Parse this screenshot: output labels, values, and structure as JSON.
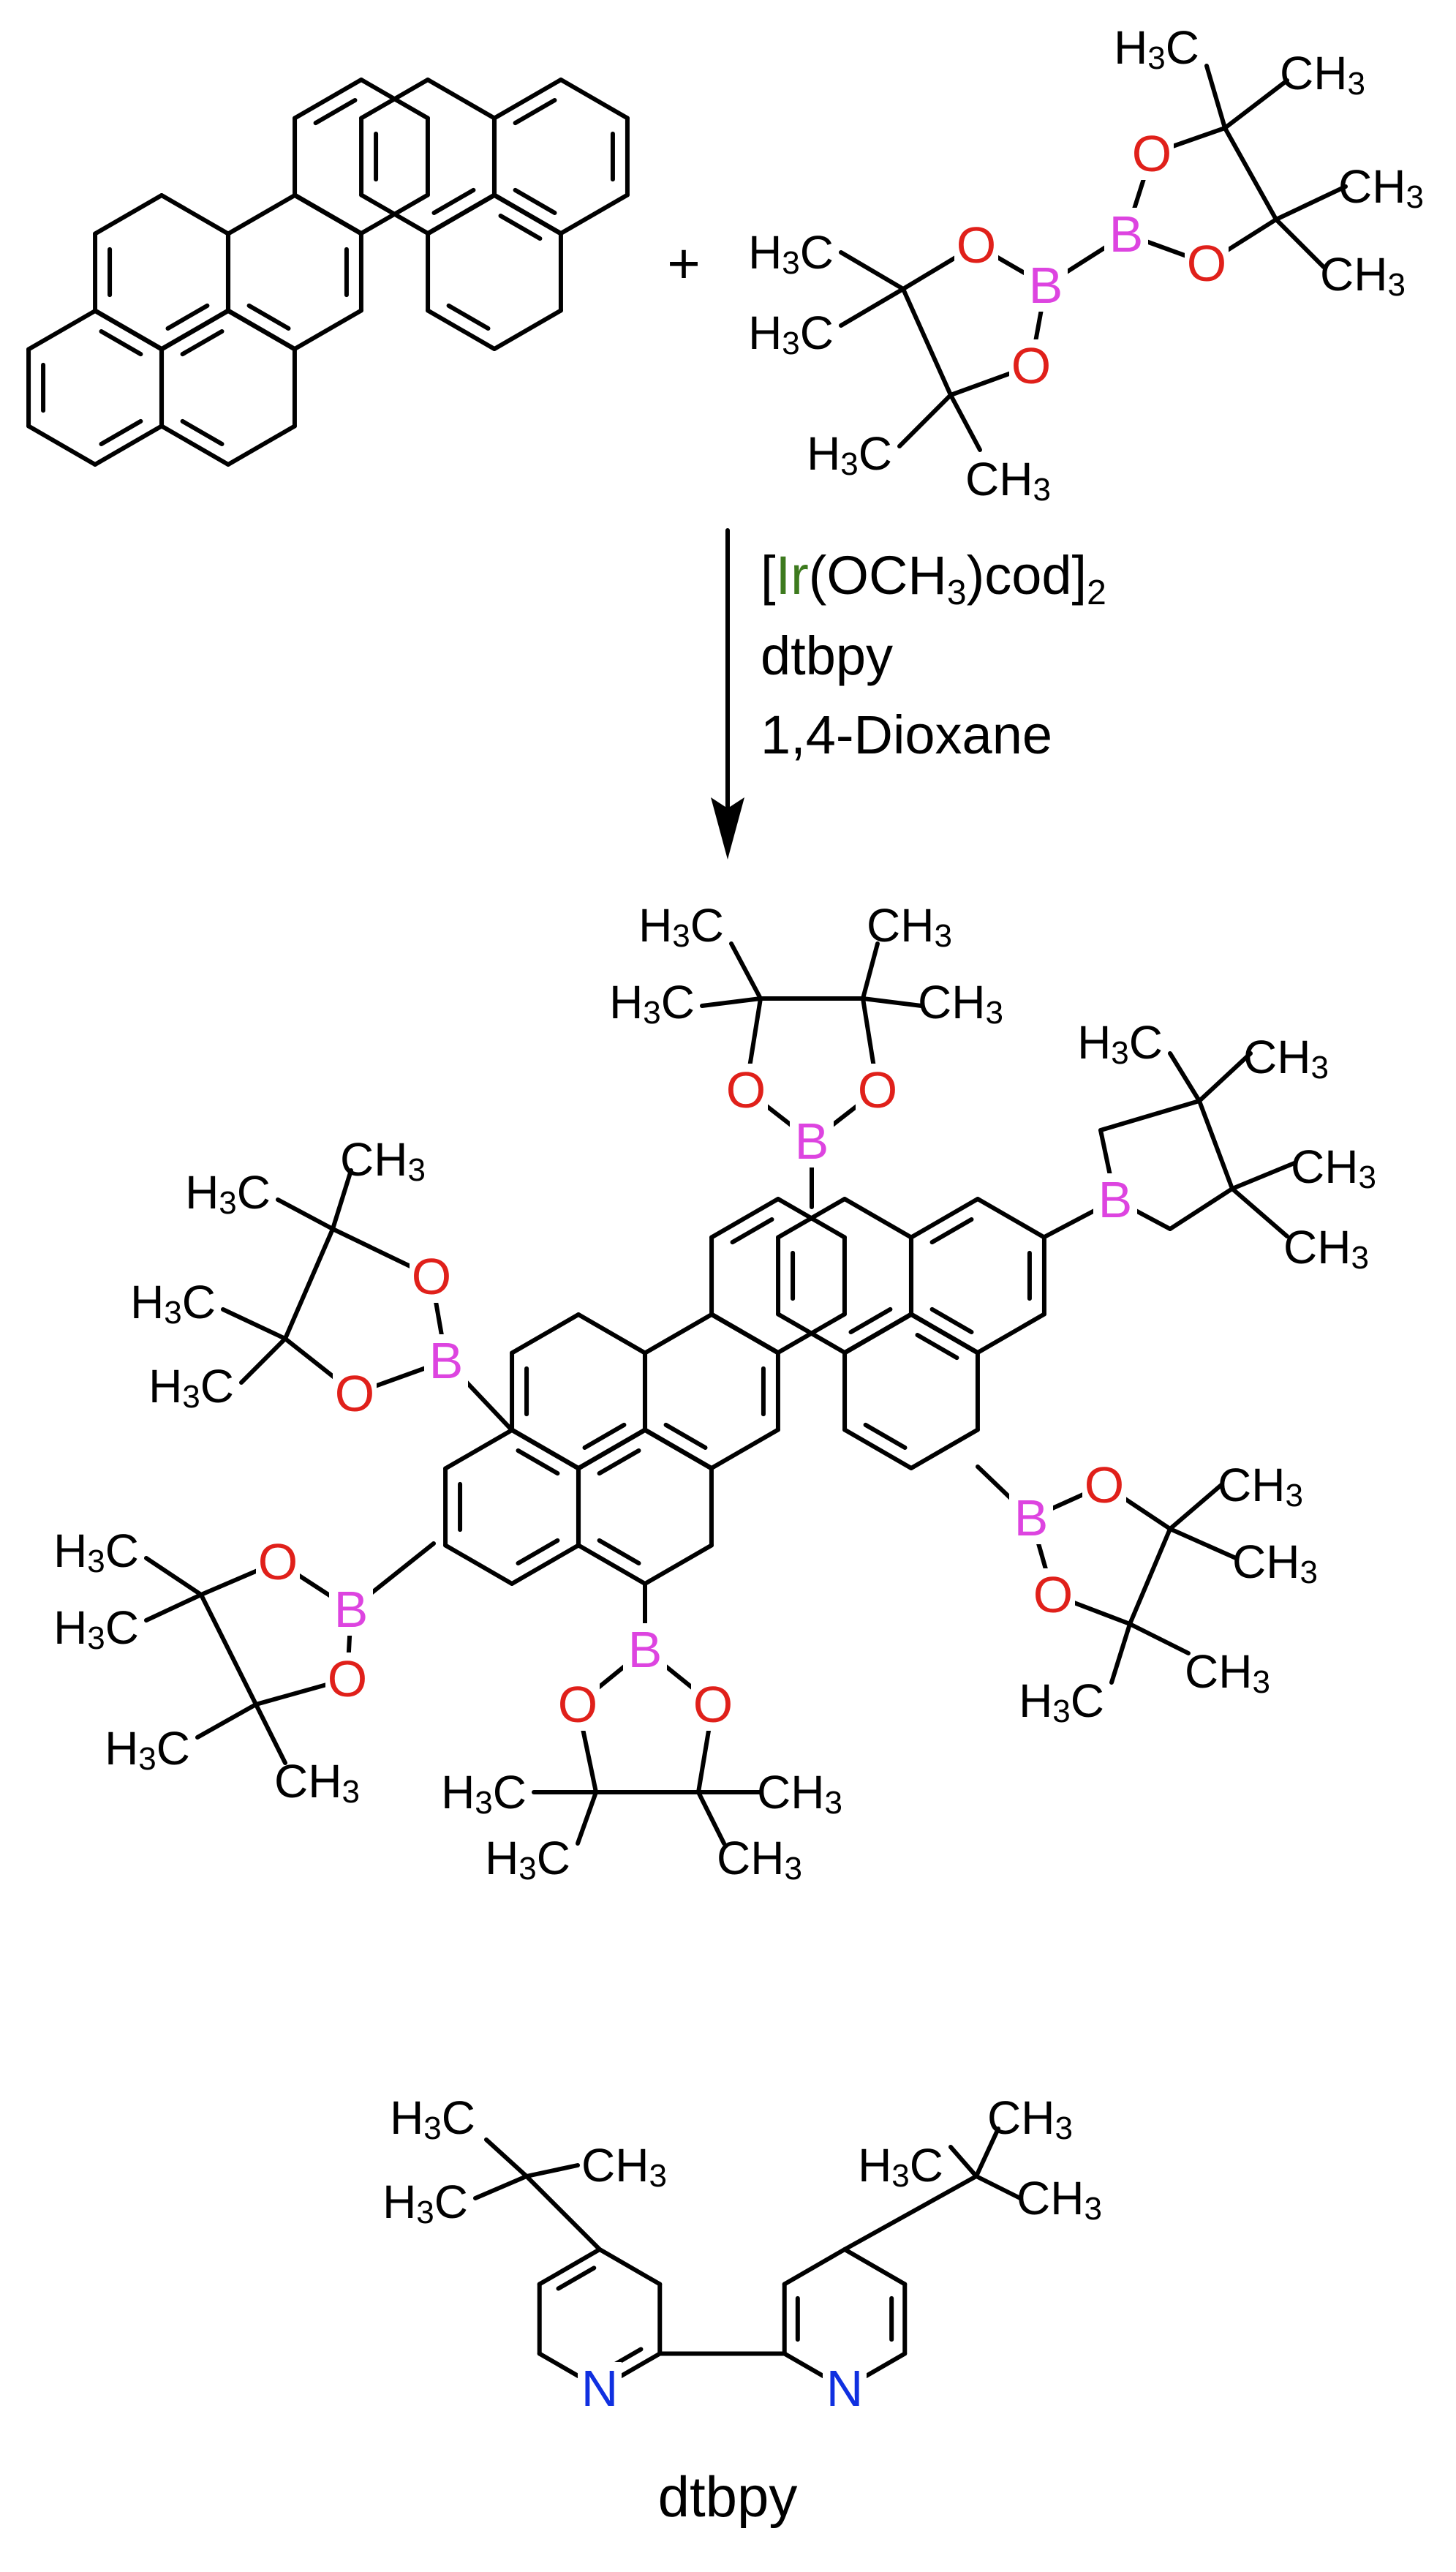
{
  "reaction": {
    "plus_sign": "+",
    "reagents": {
      "catalyst_bracket_open": "[",
      "catalyst_metal": "Ir",
      "catalyst_rest_1": "(OCH",
      "catalyst_sub_3": "3",
      "catalyst_rest_2": ")cod]",
      "catalyst_sub_2": "2",
      "ligand": "dtbpy",
      "solvent": "1,4-Dioxane"
    },
    "ligand_caption": "dtbpy"
  },
  "labels": {
    "oxygen": "O",
    "boron": "B",
    "nitrogen": "N",
    "methyl_prefix": "H",
    "methyl_sub": "3",
    "methyl_c": "C",
    "ch": "CH"
  },
  "colors": {
    "bond": "#000000",
    "oxygen": "#e0201a",
    "boron": "#dd44e0",
    "nitrogen": "#1030e0",
    "iridium": "#3d7a1e"
  }
}
